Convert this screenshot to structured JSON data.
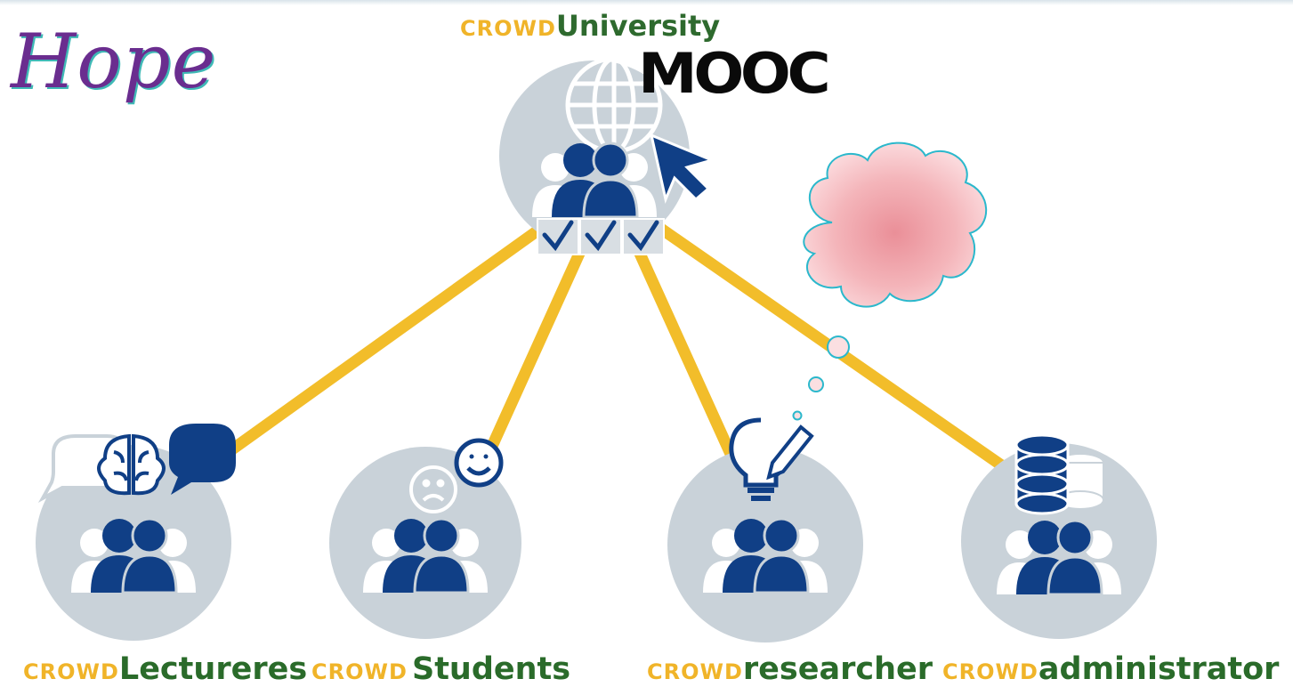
{
  "headline": "Hope",
  "top_node": {
    "prefix": "CROWD",
    "name": "University",
    "platform": "MOOC",
    "checkmarks": 3
  },
  "groups": [
    {
      "prefix": "CROWD",
      "name": "Lectureres",
      "icon": "brain-speech-icon"
    },
    {
      "prefix": "CROWD",
      "name": "Students",
      "icon": "sad-happy-face-icon"
    },
    {
      "prefix": "CROWD",
      "name": "researcher",
      "icon": "lightbulb-pencil-icon"
    },
    {
      "prefix": "CROWD",
      "name": "administrator",
      "icon": "database-icon"
    }
  ],
  "thought_bubble": {
    "text": "",
    "color": "#f0a9ad"
  },
  "colors": {
    "connector": "#f2bd2a",
    "node_fill": "#c9d2d9",
    "people_dark": "#103f86",
    "crowd_prefix": "#f0b429",
    "brand_word": "#2a6b2a",
    "headline": "#6a2d8f",
    "bubble_border": "#2bb8cc"
  }
}
